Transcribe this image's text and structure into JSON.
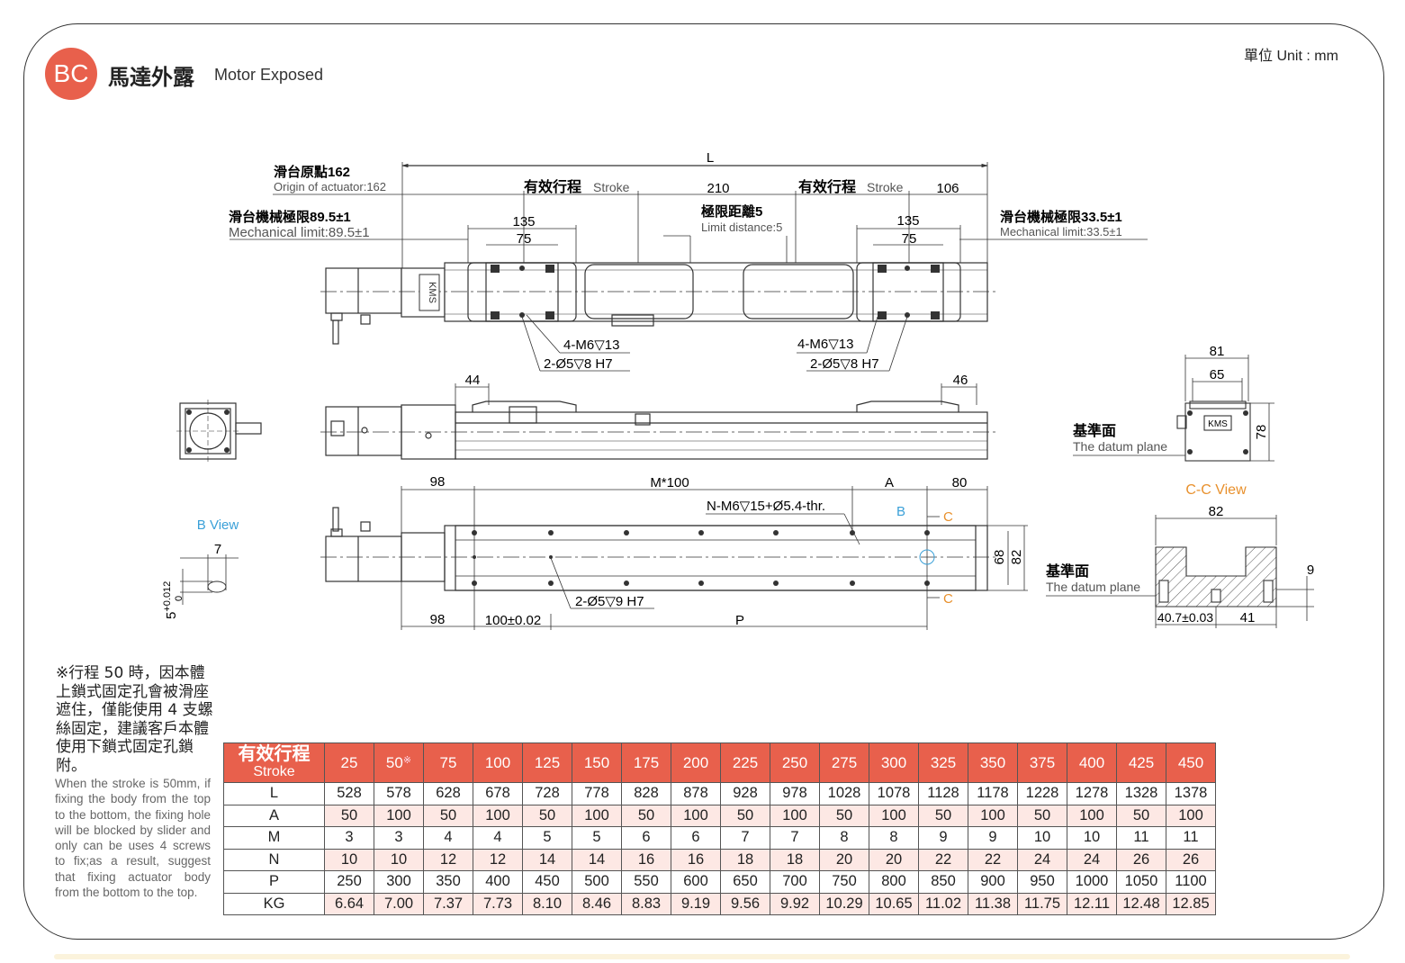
{
  "header": {
    "badge": "BC",
    "title_cn": "馬達外露",
    "title_en": "Motor Exposed",
    "unit": "單位 Unit : mm"
  },
  "drawing": {
    "L": "L",
    "origin_cn": "滑台原點162",
    "origin_en": "Origin of actuator:162",
    "mech_left_cn": "滑台機械極限89.5±1",
    "mech_left_en": "Mechanical limit:89.5±1",
    "mech_right_cn": "滑台機械極限33.5±1",
    "mech_right_en": "Mechanical limit:33.5±1",
    "stroke_cn": "有效行程",
    "stroke_en": "Stroke",
    "dim_210": "210",
    "dim_106": "106",
    "limit_cn": "極限距離5",
    "limit_en": "Limit distance:5",
    "dim_135": "135",
    "dim_75": "75",
    "hole_m6": "4-M6",
    "hole_m6_depth": "13",
    "hole_m6_right": "4-M6",
    "hole_m6_right_depth": "13",
    "hole_pin": "2-Ø5",
    "hole_pin_depth": "8 H7",
    "dim_44": "44",
    "dim_46": "46",
    "dim_81": "81",
    "dim_65": "65",
    "dim_78": "78",
    "datum_cn": "基準面",
    "datum_en": "The datum plane",
    "dim_98": "98",
    "dim_m100": "M*100",
    "dim_A": "A",
    "dim_80": "80",
    "thread_note": "N-M6",
    "thread_depth": "15+Ø5.4-thr.",
    "label_B": "B",
    "label_C": "C",
    "dim_68": "68",
    "dim_82": "82",
    "bottom_pin": "2-Ø5",
    "bottom_pin_depth": "9 H7",
    "dim_100": "100±0.02",
    "dim_P": "P",
    "bview": "B View",
    "dim_7": "7",
    "tol": "5",
    "tol_sup": "+0.012",
    "tol_sub": "0",
    "cview": "C-C View",
    "dim_40": "40.7±0.03",
    "dim_41": "41",
    "dim_9": "9",
    "logo": "KMS",
    "depth_sym": "▽"
  },
  "notes": {
    "cn": "※行程 50 時，因本體上鎖式固定孔會被滑座遮住，僅能使用 4 支螺絲固定，建議客戶本體使用下鎖式固定孔鎖附。",
    "en": "When the stroke is 50mm, if fixing the body from the top to the bottom, the fixing hole will be blocked by slider and only can be uses 4 screws to fix;as a result, suggest that fixing actuator body from the bottom to the top."
  },
  "table": {
    "header_cn": "有效行程",
    "header_en": "Stroke",
    "strokes": [
      "25",
      "50",
      "75",
      "100",
      "125",
      "150",
      "175",
      "200",
      "225",
      "250",
      "275",
      "300",
      "325",
      "350",
      "375",
      "400",
      "425",
      "450"
    ],
    "stroke_mark": "※",
    "rows": [
      {
        "label": "L",
        "values": [
          "528",
          "578",
          "628",
          "678",
          "728",
          "778",
          "828",
          "878",
          "928",
          "978",
          "1028",
          "1078",
          "1128",
          "1178",
          "1228",
          "1278",
          "1328",
          "1378"
        ]
      },
      {
        "label": "A",
        "values": [
          "50",
          "100",
          "50",
          "100",
          "50",
          "100",
          "50",
          "100",
          "50",
          "100",
          "50",
          "100",
          "50",
          "100",
          "50",
          "100",
          "50",
          "100"
        ]
      },
      {
        "label": "M",
        "values": [
          "3",
          "3",
          "4",
          "4",
          "5",
          "5",
          "6",
          "6",
          "7",
          "7",
          "8",
          "8",
          "9",
          "9",
          "10",
          "10",
          "11",
          "11"
        ]
      },
      {
        "label": "N",
        "values": [
          "10",
          "10",
          "12",
          "12",
          "14",
          "14",
          "16",
          "16",
          "18",
          "18",
          "20",
          "20",
          "22",
          "22",
          "24",
          "24",
          "26",
          "26"
        ]
      },
      {
        "label": "P",
        "values": [
          "250",
          "300",
          "350",
          "400",
          "450",
          "500",
          "550",
          "600",
          "650",
          "700",
          "750",
          "800",
          "850",
          "900",
          "950",
          "1000",
          "1050",
          "1100"
        ]
      },
      {
        "label": "KG",
        "values": [
          "6.64",
          "7.00",
          "7.37",
          "7.73",
          "8.10",
          "8.46",
          "8.83",
          "9.19",
          "9.56",
          "9.92",
          "10.29",
          "10.65",
          "11.02",
          "11.38",
          "11.75",
          "12.11",
          "12.48",
          "12.85"
        ]
      }
    ]
  },
  "colors": {
    "accent": "#e8604c",
    "row_tint": "#fde8e4",
    "bview_blue": "#3aa0d8",
    "cview_orange": "#e8902c"
  }
}
